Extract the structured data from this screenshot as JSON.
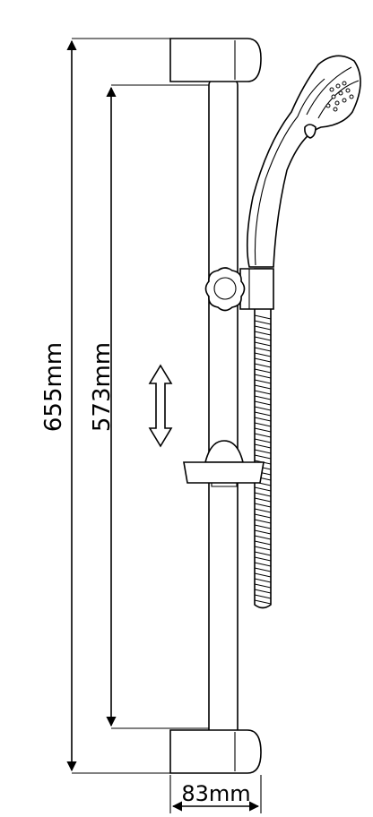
{
  "dimensions": {
    "overall_height": {
      "label": "655mm"
    },
    "bar_height": {
      "label": "573mm"
    },
    "projection_depth": {
      "label": "83mm"
    }
  },
  "icons": {
    "adjust_arrow": "double-vertical-arrow-icon"
  }
}
